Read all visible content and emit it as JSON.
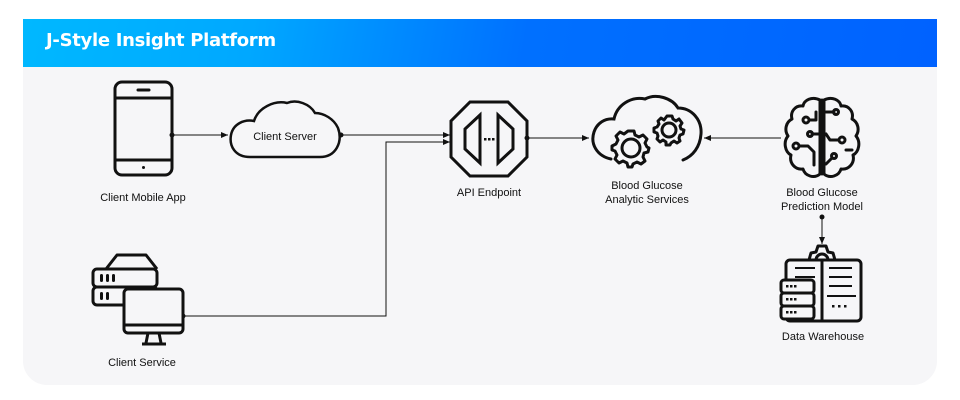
{
  "header": {
    "title": "J-Style Insight Platform"
  },
  "colors": {
    "header_start": "#00b8ff",
    "header_end": "#0062ff",
    "panel_bg": "#f6f6f8",
    "stroke": "#111111"
  },
  "nodes": {
    "mobile_app": {
      "label": "Client Mobile App",
      "icon": "smartphone-icon"
    },
    "client_server": {
      "label": "Client Server",
      "icon": "cloud-icon"
    },
    "client_service": {
      "label": "Client Service",
      "icon": "server-desktop-icon"
    },
    "api_endpoint": {
      "label": "API Endpoint",
      "icon": "api-octagon-icon"
    },
    "analytic_services": {
      "label_line1": "Blood Glucose",
      "label_line2": "Analytic Services",
      "icon": "cloud-gears-icon"
    },
    "prediction_model": {
      "label_line1": "Blood Glucose",
      "label_line2": "Prediction Model",
      "icon": "brain-circuit-icon"
    },
    "data_warehouse": {
      "label": "Data Warehouse",
      "icon": "data-warehouse-icon"
    }
  },
  "edges": [
    {
      "from": "Client Mobile App",
      "to": "Client Server"
    },
    {
      "from": "Client Server",
      "to": "API Endpoint"
    },
    {
      "from": "Client Service",
      "to": "API Endpoint"
    },
    {
      "from": "API Endpoint",
      "to": "Blood Glucose Analytic Services"
    },
    {
      "from": "Blood Glucose Prediction Model",
      "to": "Blood Glucose Analytic Services"
    },
    {
      "from": "Blood Glucose Prediction Model",
      "to": "Data Warehouse"
    }
  ]
}
